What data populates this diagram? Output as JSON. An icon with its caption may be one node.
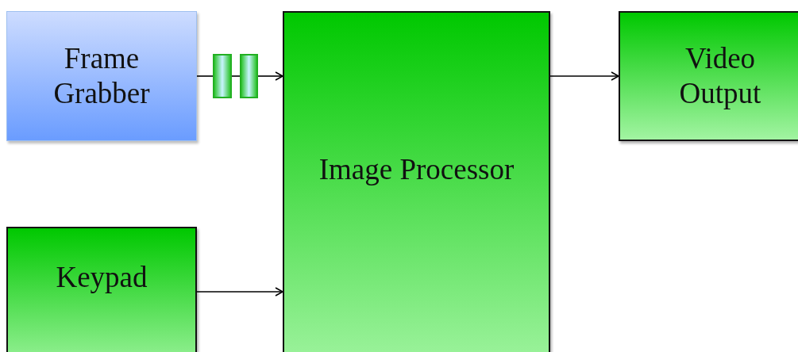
{
  "diagram": {
    "nodes": [
      {
        "text": [
          "Frame Grabber"
        ]
      },
      {
        "text": [],
        "shape": "bar"
      },
      {
        "text": [],
        "shape": "bar"
      },
      {
        "text": [
          "Image Processor"
        ]
      },
      {
        "text": [
          "Video Output"
        ]
      },
      {
        "text": [
          "Keypad"
        ]
      }
    ],
    "edges": [
      {
        "from": 0,
        "to": 1,
        "arrow": "none"
      },
      {
        "from": 1,
        "to": 2,
        "arrow": "none"
      },
      {
        "from": 2,
        "to": 3,
        "arrow": "to"
      },
      {
        "from": 3,
        "to": 4,
        "arrow": "to"
      },
      {
        "from": 5,
        "to": 3,
        "arrow": "to"
      }
    ]
  }
}
